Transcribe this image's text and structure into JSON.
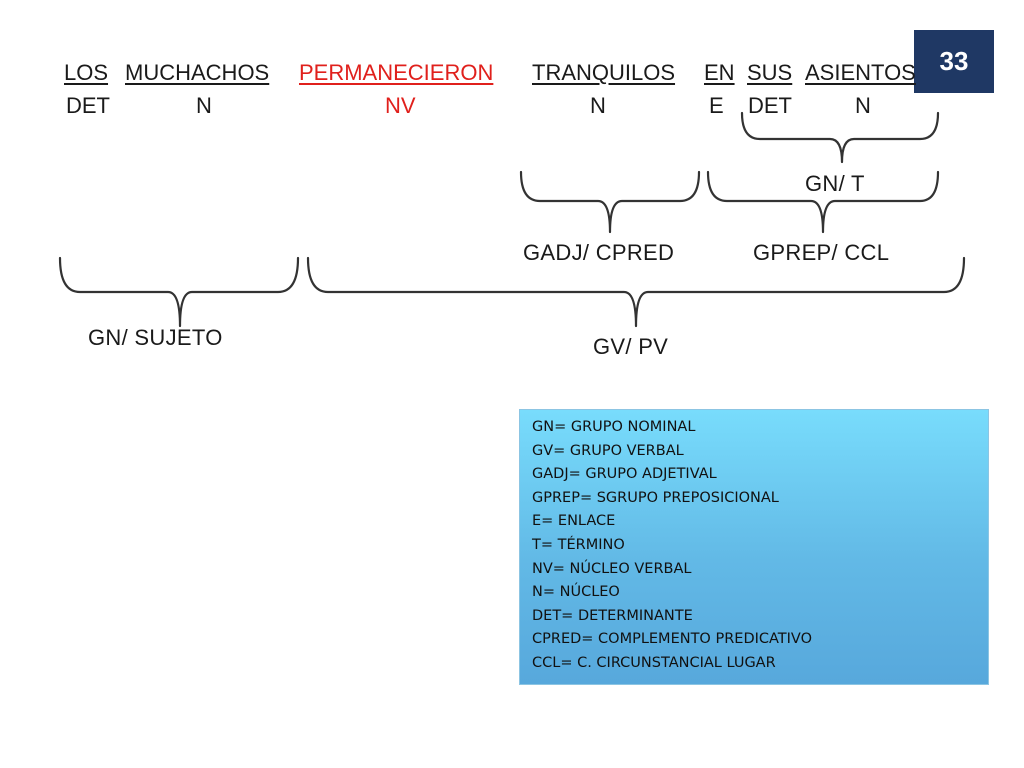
{
  "slide_number": "33",
  "sentence": {
    "words": [
      {
        "text": "LOS",
        "tag": "DET",
        "highlight": false
      },
      {
        "text": "MUCHACHOS",
        "tag": "N",
        "highlight": false
      },
      {
        "text": "PERMANECIERON",
        "tag": "NV",
        "highlight": true
      },
      {
        "text": "TRANQUILOS",
        "tag": "N",
        "highlight": false
      },
      {
        "text": "EN",
        "tag": "E",
        "highlight": false
      },
      {
        "text": "SUS",
        "tag": "DET",
        "highlight": false
      },
      {
        "text": "ASIENTOS",
        "tag": "N",
        "highlight": false
      }
    ]
  },
  "groups": {
    "gn_t": "GN/ T",
    "gadj_cpred": "GADJ/ CPRED",
    "gprep_ccl": "GPREP/ CCL",
    "gn_sujeto": "GN/ SUJETO",
    "gv_pv": "GV/ PV"
  },
  "legend": [
    "GN= GRUPO NOMINAL",
    "GV= GRUPO VERBAL",
    "GADJ= GRUPO ADJETIVAL",
    "GPREP= SGRUPO PREPOSICIONAL",
    "E= ENLACE",
    "T= TÉRMINO",
    "NV= NÚCLEO VERBAL",
    "N= NÚCLEO",
    "DET= DETERMINANTE",
    "CPRED= COMPLEMENTO PREDICATIVO",
    "CCL= C. CIRCUNSTANCIAL LUGAR"
  ],
  "colors": {
    "highlight": "#e0201c",
    "slide_number_bg": "#1f3864",
    "legend_bg": "#62b9e6"
  }
}
